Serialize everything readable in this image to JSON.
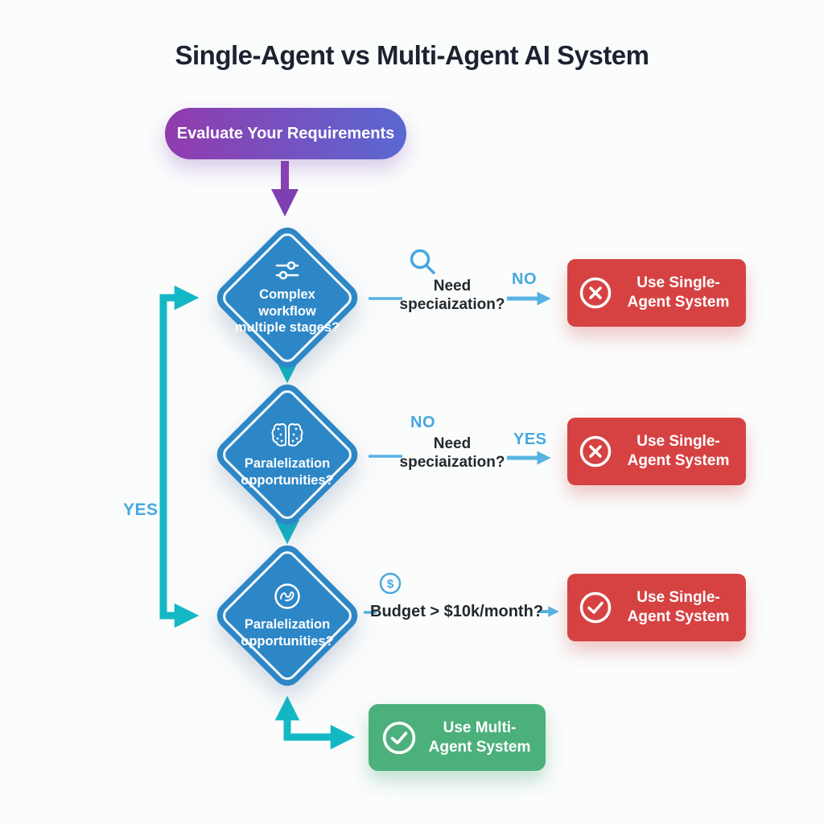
{
  "title": "Single-Agent vs Multi-Agent AI System",
  "start": {
    "label": "Evaluate Your Requirements"
  },
  "decisions": [
    {
      "icon": "sliders-icon",
      "label": "Complex workflow multiple stages?"
    },
    {
      "icon": "brain-icon",
      "label": "Paralelization opportunities?"
    },
    {
      "icon": "circled-brain-icon",
      "label": "Paralelization opportunities?"
    }
  ],
  "branches": [
    {
      "icon": "magnifier-icon",
      "question": "Need speciaization?",
      "no_label": "NO",
      "result": {
        "icon": "x-circle-icon",
        "label": "Use Single-Agent System"
      }
    },
    {
      "question": "Need speciaization?",
      "no_label": "NO",
      "yes_label": "YES",
      "result": {
        "icon": "x-circle-icon",
        "label": "Use Single-Agent System"
      }
    },
    {
      "icon": "dollar-circle-icon",
      "question": "Budget > $10k/month?",
      "result": {
        "icon": "check-circle-icon",
        "label": "Use Single-Agent System"
      }
    }
  ],
  "yes_path": {
    "label": "YES"
  },
  "final": {
    "icon": "check-circle-icon",
    "label": "Use Multi-Agent System"
  },
  "colors": {
    "diamond_blue": "#2d87c7",
    "connector_teal": "#14b8c5",
    "connector_blue": "#56b2e3",
    "label_blue": "#47a8e0",
    "result_red": "#d64242",
    "final_green": "#4cb07c",
    "start_gradient_from": "#923bae",
    "start_gradient_to": "#5a68d1",
    "title_color": "#1d2230"
  }
}
